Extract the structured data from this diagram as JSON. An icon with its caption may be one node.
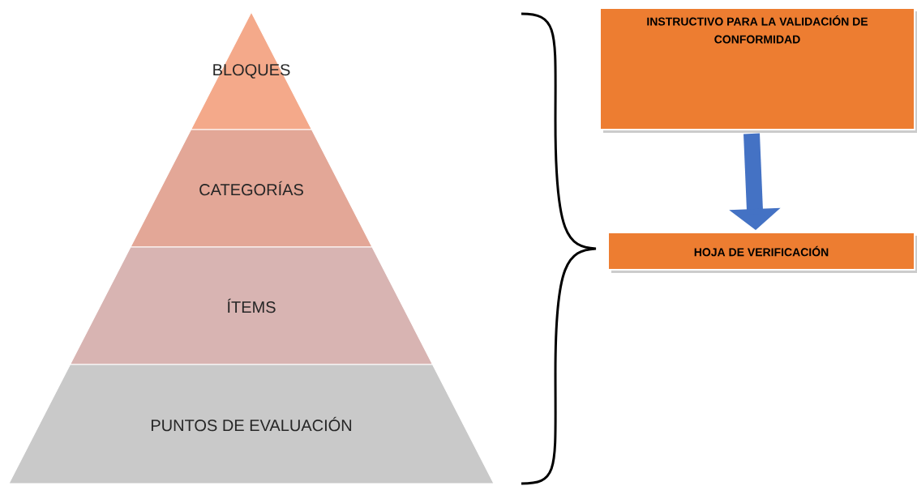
{
  "diagram": {
    "nodes": [
      {
        "text": [
          "BLOQUES"
        ]
      },
      {
        "text": [
          "CATEGORÍAS"
        ]
      },
      {
        "text": [
          "ÍTEMS"
        ]
      },
      {
        "text": [
          "PUNTOS DE EVALUACIÓN"
        ]
      },
      {
        "text": [
          "INSTRUCTIVO PARA LA VALIDACIÓN DE CONFORMIDAD"
        ]
      },
      {
        "text": [
          "HOJA DE VERIFICACIÓN"
        ]
      }
    ],
    "edges": [
      {
        "from": 4,
        "to": 5,
        "arrow": "to"
      }
    ]
  }
}
